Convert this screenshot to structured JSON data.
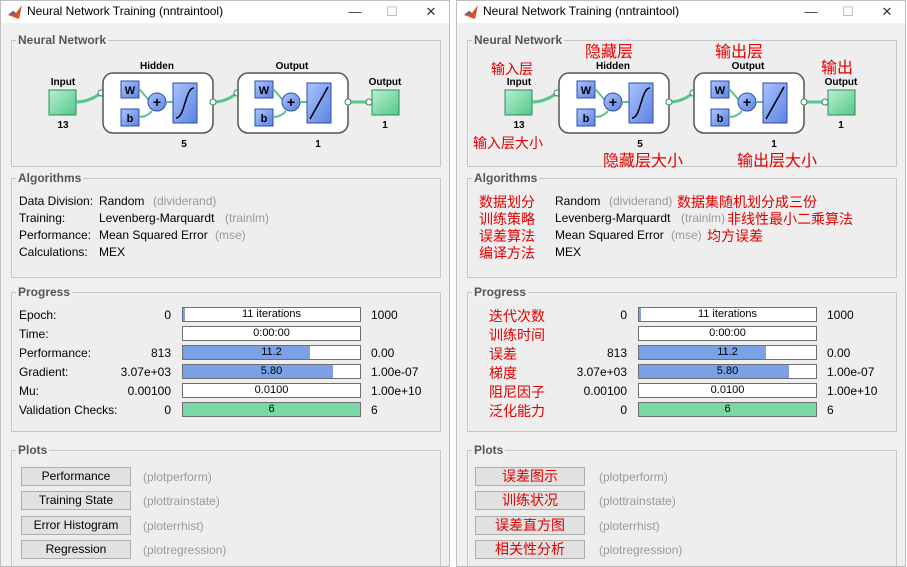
{
  "window": {
    "title": "Neural Network Training (nntraintool)",
    "minimize_glyph": "—",
    "maximize_glyph": "☐",
    "close_glyph": "✕"
  },
  "network": {
    "panel_title": "Neural Network",
    "input_label": "Input",
    "input_size": "13",
    "hidden_label": "Hidden",
    "hidden_size": "5",
    "output_layer_label": "Output",
    "output_layer_size": "1",
    "output_label": "Output",
    "output_size": "1",
    "w": "W",
    "b": "b",
    "plus": "+"
  },
  "algorithms": {
    "panel_title": "Algorithms",
    "rows": [
      {
        "label": "Data Division:",
        "value": "Random",
        "fn": "(dividerand)"
      },
      {
        "label": "Training:",
        "value": "Levenberg-Marquardt",
        "fn": "(trainlm)"
      },
      {
        "label": "Performance:",
        "value": "Mean Squared Error",
        "fn": "(mse)"
      },
      {
        "label": "Calculations:",
        "value": "MEX",
        "fn": ""
      }
    ]
  },
  "progress": {
    "panel_title": "Progress",
    "rows": [
      {
        "label": "Epoch:",
        "start": "0",
        "bar": "11 iterations",
        "end": "1000",
        "fill_fraction": 0.011,
        "fill_color": "#7aa0e6"
      },
      {
        "label": "Time:",
        "start": "",
        "bar": "0:00:00",
        "end": "",
        "fill_fraction": 0,
        "fill_color": "#7aa0e6"
      },
      {
        "label": "Performance:",
        "start": "813",
        "bar": "11.2",
        "end": "0.00",
        "fill_fraction": 0.72,
        "fill_color": "#7aa0e6"
      },
      {
        "label": "Gradient:",
        "start": "3.07e+03",
        "bar": "5.80",
        "end": "1.00e-07",
        "fill_fraction": 0.85,
        "fill_color": "#7aa0e6"
      },
      {
        "label": "Mu:",
        "start": "0.00100",
        "bar": "0.0100",
        "end": "1.00e+10",
        "fill_fraction": 0,
        "fill_color": "#7aa0e6"
      },
      {
        "label": "Validation Checks:",
        "start": "0",
        "bar": "6",
        "end": "6",
        "fill_fraction": 1,
        "fill_color": "#7ad7a6"
      }
    ]
  },
  "plots": {
    "panel_title": "Plots",
    "rows": [
      {
        "button": "Performance",
        "fn": "(plotperform)"
      },
      {
        "button": "Training State",
        "fn": "(plottrainstate)"
      },
      {
        "button": "Error Histogram",
        "fn": "(ploterrhist)"
      },
      {
        "button": "Regression",
        "fn": "(plotregression)"
      }
    ]
  },
  "annotations": {
    "input_layer": "输入层",
    "hidden_layer": "隐藏层",
    "output_layer": "输出层",
    "output": "输出",
    "input_size": "输入层大小",
    "hidden_size": "隐藏层大小",
    "output_size": "输出层大小",
    "algorithms": [
      {
        "label": "数据划分",
        "note": "数据集随机划分成三份"
      },
      {
        "label": "训练策略",
        "note": "非线性最小二乘算法"
      },
      {
        "label": "误差算法",
        "note": "均方误差"
      },
      {
        "label": "编译方法",
        "note": ""
      }
    ],
    "progress": [
      "迭代次数",
      "训练时间",
      "误差",
      "梯度",
      "阻尼因子",
      "泛化能力"
    ],
    "plots": [
      "误差图示",
      "训练状况",
      "误差直方图",
      "相关性分析"
    ]
  }
}
